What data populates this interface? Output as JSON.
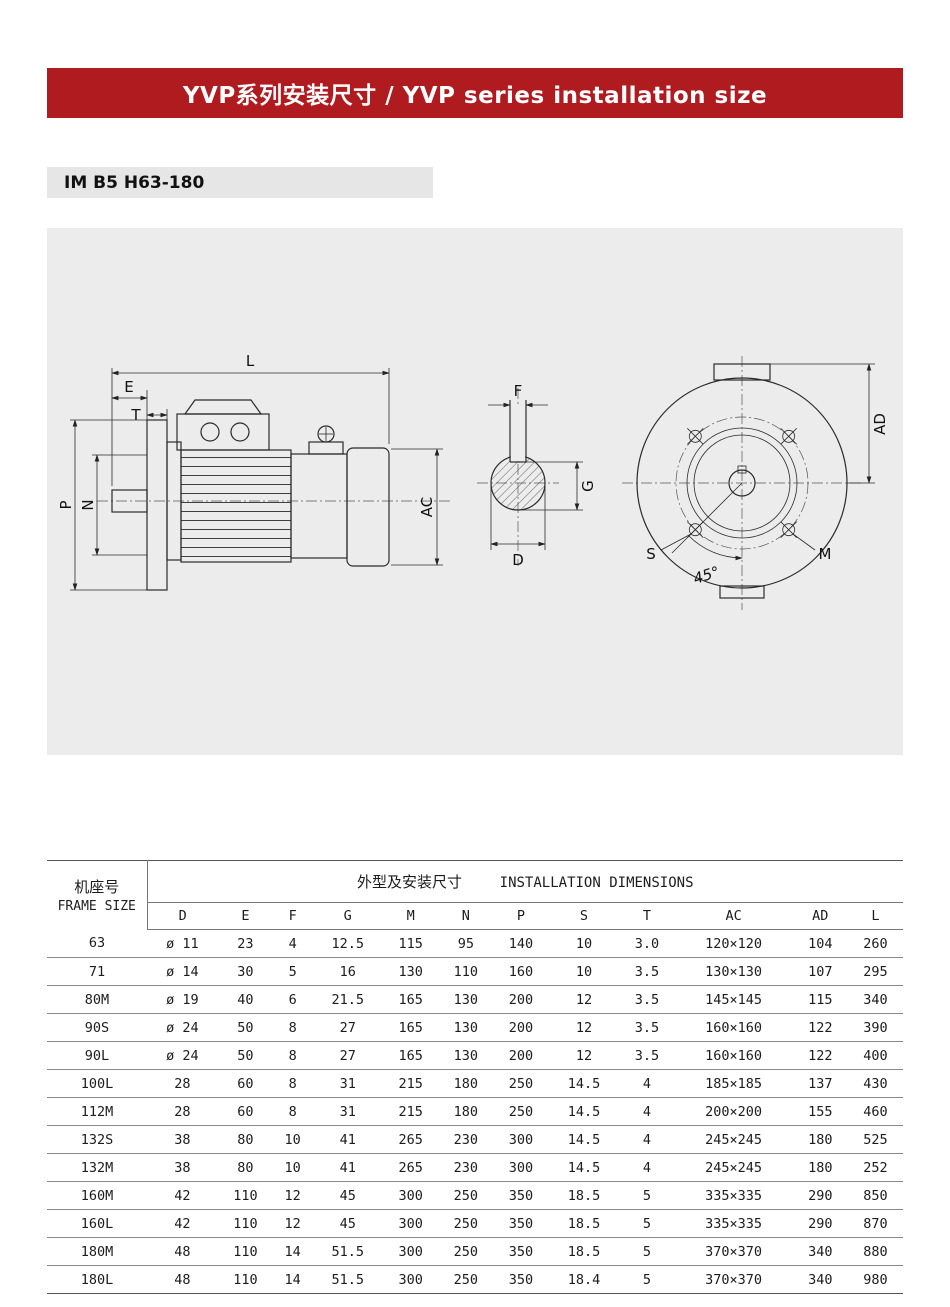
{
  "banner": {
    "title": "YVP系列安装尺寸 / YVP series installation size",
    "background": "#b01b20"
  },
  "section": {
    "label": "IM B5 H63-180"
  },
  "drawing": {
    "labels": {
      "L": "L",
      "E": "E",
      "T": "T",
      "P": "P",
      "N": "N",
      "AC": "AC",
      "F": "F",
      "G": "G",
      "D": "D",
      "AD": "AD",
      "S": "S",
      "M": "M",
      "angle": "45°"
    }
  },
  "table": {
    "frame_header": {
      "zh": "机座号",
      "en": "FRAME SIZE"
    },
    "dims_header": {
      "zh": "外型及安装尺寸",
      "en": "INSTALLATION DIMENSIONS"
    },
    "columns": [
      "D",
      "E",
      "F",
      "G",
      "M",
      "N",
      "P",
      "S",
      "T",
      "AC",
      "AD",
      "L"
    ],
    "rows": [
      {
        "frame": "63",
        "values": [
          "ø 11",
          "23",
          "4",
          "12.5",
          "115",
          "95",
          "140",
          "10",
          "3.0",
          "120×120",
          "104",
          "260"
        ]
      },
      {
        "frame": "71",
        "values": [
          "ø 14",
          "30",
          "5",
          "16",
          "130",
          "110",
          "160",
          "10",
          "3.5",
          "130×130",
          "107",
          "295"
        ]
      },
      {
        "frame": "80M",
        "values": [
          "ø 19",
          "40",
          "6",
          "21.5",
          "165",
          "130",
          "200",
          "12",
          "3.5",
          "145×145",
          "115",
          "340"
        ]
      },
      {
        "frame": "90S",
        "values": [
          "ø 24",
          "50",
          "8",
          "27",
          "165",
          "130",
          "200",
          "12",
          "3.5",
          "160×160",
          "122",
          "390"
        ]
      },
      {
        "frame": "90L",
        "values": [
          "ø 24",
          "50",
          "8",
          "27",
          "165",
          "130",
          "200",
          "12",
          "3.5",
          "160×160",
          "122",
          "400"
        ]
      },
      {
        "frame": "100L",
        "values": [
          "28",
          "60",
          "8",
          "31",
          "215",
          "180",
          "250",
          "14.5",
          "4",
          "185×185",
          "137",
          "430"
        ]
      },
      {
        "frame": "112M",
        "values": [
          "28",
          "60",
          "8",
          "31",
          "215",
          "180",
          "250",
          "14.5",
          "4",
          "200×200",
          "155",
          "460"
        ]
      },
      {
        "frame": "132S",
        "values": [
          "38",
          "80",
          "10",
          "41",
          "265",
          "230",
          "300",
          "14.5",
          "4",
          "245×245",
          "180",
          "525"
        ]
      },
      {
        "frame": "132M",
        "values": [
          "38",
          "80",
          "10",
          "41",
          "265",
          "230",
          "300",
          "14.5",
          "4",
          "245×245",
          "180",
          "252"
        ]
      },
      {
        "frame": "160M",
        "values": [
          "42",
          "110",
          "12",
          "45",
          "300",
          "250",
          "350",
          "18.5",
          "5",
          "335×335",
          "290",
          "850"
        ]
      },
      {
        "frame": "160L",
        "values": [
          "42",
          "110",
          "12",
          "45",
          "300",
          "250",
          "350",
          "18.5",
          "5",
          "335×335",
          "290",
          "870"
        ]
      },
      {
        "frame": "180M",
        "values": [
          "48",
          "110",
          "14",
          "51.5",
          "300",
          "250",
          "350",
          "18.5",
          "5",
          "370×370",
          "340",
          "880"
        ]
      },
      {
        "frame": "180L",
        "values": [
          "48",
          "110",
          "14",
          "51.5",
          "300",
          "250",
          "350",
          "18.4",
          "5",
          "370×370",
          "340",
          "980"
        ]
      }
    ]
  }
}
